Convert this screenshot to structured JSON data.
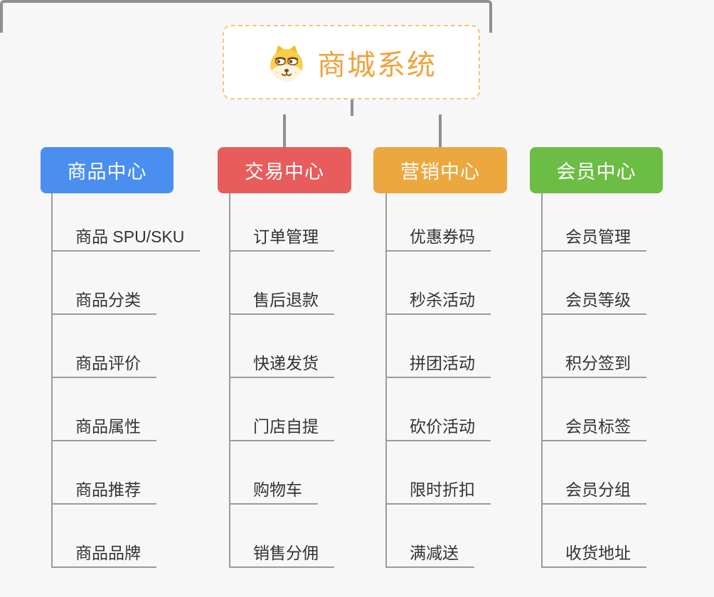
{
  "root": {
    "label": "商城系统",
    "label_color": "#eda43c",
    "icon": "dog-face-icon"
  },
  "branches": [
    {
      "label": "商品中心",
      "color": "#4a8ef0",
      "children": [
        "商品 SPU/SKU",
        "商品分类",
        "商品评价",
        "商品属性",
        "商品推荐",
        "商品品牌"
      ]
    },
    {
      "label": "交易中心",
      "color": "#e85c5c",
      "children": [
        "订单管理",
        "售后退款",
        "快递发货",
        "门店自提",
        "购物车",
        "销售分佣"
      ]
    },
    {
      "label": "营销中心",
      "color": "#eca73f",
      "children": [
        "优惠券码",
        "秒杀活动",
        "拼团活动",
        "砍价活动",
        "限时折扣",
        "满减送"
      ]
    },
    {
      "label": "会员中心",
      "color": "#6cbd44",
      "children": [
        "会员管理",
        "会员等级",
        "积分签到",
        "会员标签",
        "会员分组",
        "收货地址"
      ]
    }
  ],
  "colors": {
    "background": "#f7f7f7",
    "root_border": "#f3c878",
    "top_connector": "#8f8f8f",
    "leaf_connector": "#9b9b9b",
    "leaf_text": "#333333",
    "branch_text": "#ffffff"
  }
}
